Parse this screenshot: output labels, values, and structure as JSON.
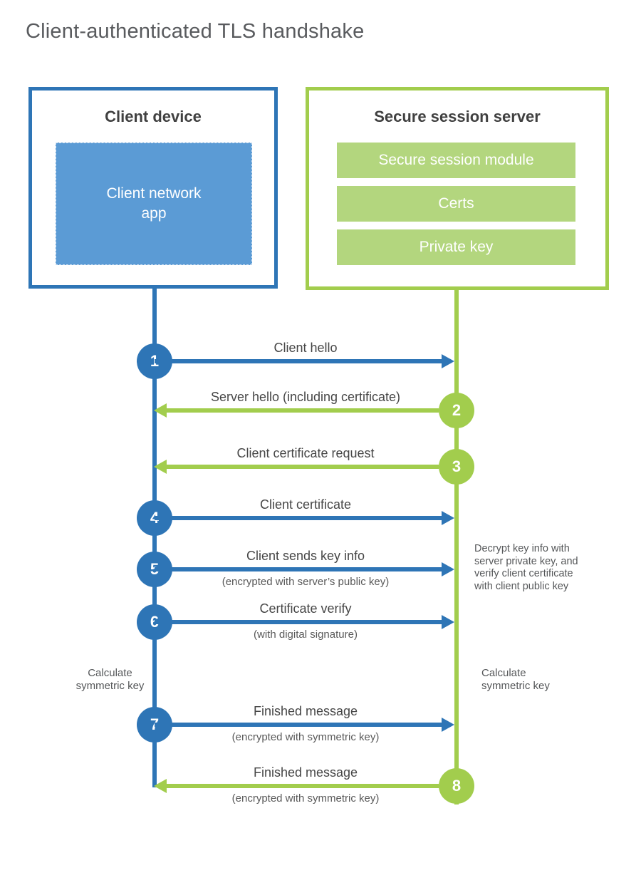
{
  "title": "Client-authenticated TLS handshake",
  "colors": {
    "blue_stroke": "#2e75b6",
    "blue_fill": "#5b9bd5",
    "green_stroke": "#a2cd4d",
    "green_fill": "#b3d67e",
    "heading_text": "#404040",
    "label_text": "#464646",
    "sub_text": "#595959"
  },
  "client_box": {
    "title": "Client device",
    "app_label": "Client network\napp"
  },
  "server_box": {
    "title": "Secure session server",
    "modules": [
      "Secure session module",
      "Certs",
      "Private key"
    ]
  },
  "steps": [
    {
      "number": "1",
      "label": "Client hello",
      "direction": "right",
      "color": "blue"
    },
    {
      "number": "2",
      "label": "Server hello (including certificate)",
      "direction": "left",
      "color": "green"
    },
    {
      "number": "3",
      "label": "Client certificate request",
      "direction": "left",
      "color": "green"
    },
    {
      "number": "4",
      "label": "Client certificate",
      "direction": "right",
      "color": "blue"
    },
    {
      "number": "5",
      "label": "Client sends key info",
      "sublabel": "(encrypted with server’s public key)",
      "direction": "right",
      "color": "blue"
    },
    {
      "number": "6",
      "label": "Certificate verify",
      "sublabel": "(with digital signature)",
      "direction": "right",
      "color": "blue"
    },
    {
      "number": "7",
      "label": "Finished message",
      "sublabel": "(encrypted with symmetric key)",
      "direction": "right",
      "color": "blue"
    },
    {
      "number": "8",
      "label": "Finished message",
      "sublabel": "(encrypted with symmetric key)",
      "direction": "left",
      "color": "green"
    }
  ],
  "notes": {
    "decrypt": "Decrypt key info with\nserver private key, and\nverify client certificate\nwith client public key",
    "calc_left": "Calculate\nsymmetric key",
    "calc_right": "Calculate\nsymmetric key"
  }
}
